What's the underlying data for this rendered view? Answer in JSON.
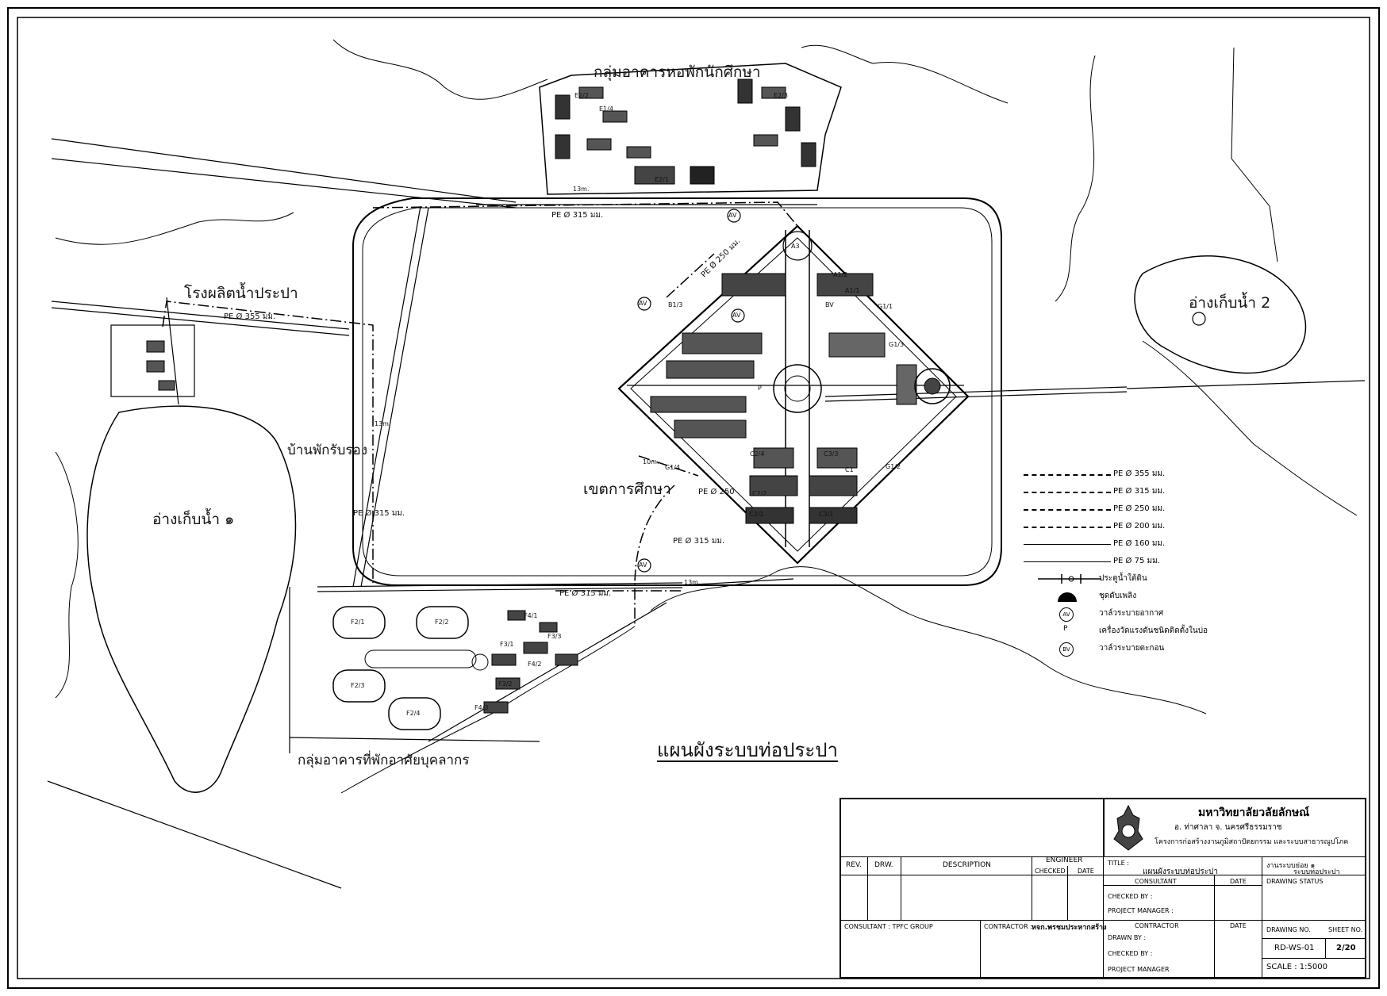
{
  "map": {
    "plan_title": "แผนผังระบบท่อประปา",
    "zones": {
      "dormitory_group": "กลุ่มอาคารหอพักนักศึกษา",
      "water_plant": "โรงผลิตน้ำประปา",
      "reservoir_1": "อ่างเก็บน้ำ ๑",
      "reservoir_2": "อ่างเก็บน้ำ 2",
      "guest_house": "บ้านพักรับรอง",
      "academic_zone": "เขตการศึกษา",
      "staff_housing": "กลุ่มอาคารที่พักอาศัยบุคลากร"
    },
    "pipe_labels": [
      "PE Ø 315 มม.",
      "PE Ø 355 มม.",
      "PE Ø 250 มม.",
      "PE Ø 250",
      "PE Ø 315 มม.",
      "PE Ø 315 มม.",
      "PE Ø 315 มม."
    ],
    "road_labels": [
      "13m.",
      "13m.",
      "10m.",
      "13m."
    ],
    "symbols": [
      "AV",
      "AV",
      "AV",
      "AV",
      "P",
      "BV"
    ],
    "building_codes": [
      "E2/2",
      "E1/4",
      "E2/3",
      "E2/1",
      "A3",
      "A1/2",
      "A1/1",
      "B1/3",
      "G1/1",
      "G1/3",
      "G1/4",
      "G1/2",
      "C2/4",
      "C2/2",
      "C2/1",
      "C3/3",
      "C3/1",
      "C1",
      "F2/1",
      "F2/2",
      "F2/3",
      "F2/4",
      "F4/1",
      "F3/1",
      "F3/3",
      "F4/2",
      "F3/2",
      "F4/3"
    ]
  },
  "legend": {
    "items": [
      {
        "label": "PE Ø 355 มม.",
        "style": "dashdot"
      },
      {
        "label": "PE Ø 315 มม.",
        "style": "dashdot2"
      },
      {
        "label": "PE Ø 250 มม.",
        "style": "dash"
      },
      {
        "label": "PE Ø 200 มม.",
        "style": "longdash"
      },
      {
        "label": "PE Ø 160 มม.",
        "style": "solid"
      },
      {
        "label": "PE Ø 75 มม.",
        "style": "thin"
      }
    ],
    "symbols": [
      {
        "code": "",
        "label": "ประตูน้ำใต้ดิน"
      },
      {
        "code": "",
        "label": "ชุดดับเพลิง"
      },
      {
        "code": "AV",
        "label": "วาล์วระบายอากาศ"
      },
      {
        "code": "P",
        "label": "เครื่องวัดแรงดันชนิดติดตั้งในบ่อ"
      },
      {
        "code": "BV",
        "label": "วาล์วระบายตะกอน"
      }
    ]
  },
  "title_block": {
    "university": "มหาวิทยาลัยวลัยลักษณ์",
    "location": "อ. ท่าศาลา จ. นครศรีธรรมราช",
    "project": "โครงการก่อสร้างงานภูมิสถาปัตยกรรม และระบบสาธารณูปโภค",
    "title_label": "TITLE :",
    "title_value": "แผนผังระบบท่อประปา",
    "subsystem_label": "งานระบบย่อย ๑",
    "subsystem_value": "ระบบท่อประปา",
    "headers": {
      "rev": "REV.",
      "drw": "DRW.",
      "description": "DESCRIPTION",
      "engineer": "ENGINEER",
      "checked": "CHECKED",
      "date": "DATE",
      "consultant_col": "CONSULTANT",
      "date2": "DATE",
      "drawing_status": "DRAWING STATUS",
      "contractor_col": "CONTRACTOR",
      "date3": "DATE",
      "drawing_no_label": "DRAWING NO.",
      "sheet_no_label": "SHEET NO."
    },
    "consultant_rows": {
      "checked_by": "CHECKED BY :",
      "project_manager": "PROJECT MANAGER :"
    },
    "contractor_rows": {
      "drawn_by": "DRAWN BY :",
      "checked_by": "CHECKED BY :",
      "project_manager": "PROJECT MANAGER"
    },
    "consultant": "CONSULTANT : TPFC GROUP",
    "contractor_label": "CONTRACTOR :",
    "contractor": "หจก.พรชมประหากสร้าง",
    "drawing_no": "RD-WS-01",
    "sheet_no": "2/20",
    "scale": "SCALE : 1:5000"
  }
}
